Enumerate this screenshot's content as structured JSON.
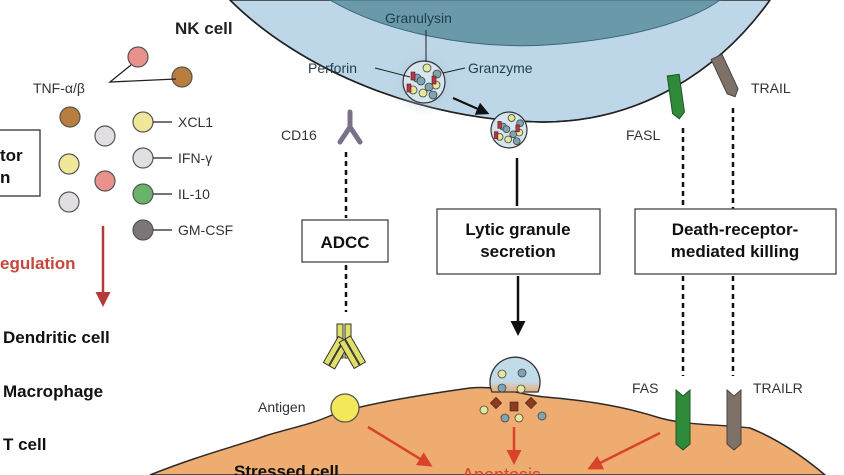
{
  "colors": {
    "nk_outer": "#bdd7e8",
    "nk_nucleus": "#6a9aaa",
    "stressed": "#eeac70",
    "red_arrow": "#d9432b",
    "regulation_text": "#c8463b",
    "fasl": "#2f8a3a",
    "trail": "#7d7168",
    "antibody": "#e0df6a",
    "antigen": "#f3e85a"
  },
  "nk_cell": {
    "title": "NK cell",
    "granule_labels": {
      "granulysin": "Granulysin",
      "perforin": "Perforin",
      "granzyme": "Granzyme"
    },
    "receptors": {
      "cd16": "CD16",
      "fasl": "FASL",
      "trail": "TRAIL"
    }
  },
  "cytokines": {
    "tnf_label": "TNF-α/β",
    "legend": [
      {
        "label": "XCL1",
        "color": "#f1e79a"
      },
      {
        "label": "IFN-γ",
        "color": "#e2dfe4"
      },
      {
        "label": "IL-10",
        "color": "#6ab36a"
      },
      {
        "label": "GM-CSF",
        "color": "#7b7678"
      }
    ]
  },
  "regulator_box": {
    "line1": "tor",
    "line2": "n"
  },
  "regulation": {
    "label": "egulation",
    "targets": [
      "Dendritic cell",
      "Macrophage",
      "T cell"
    ]
  },
  "mechanisms": {
    "adcc": "ADCC",
    "lytic_line1": "Lytic granule",
    "lytic_line2": "secretion",
    "death_line1": "Death-receptor-",
    "death_line2": "mediated killing"
  },
  "target_cell": {
    "title": "Stressed cell",
    "antigen": "Antigen",
    "fas": "FAS",
    "trailr": "TRAILR",
    "outcome": "Apoptosis"
  }
}
